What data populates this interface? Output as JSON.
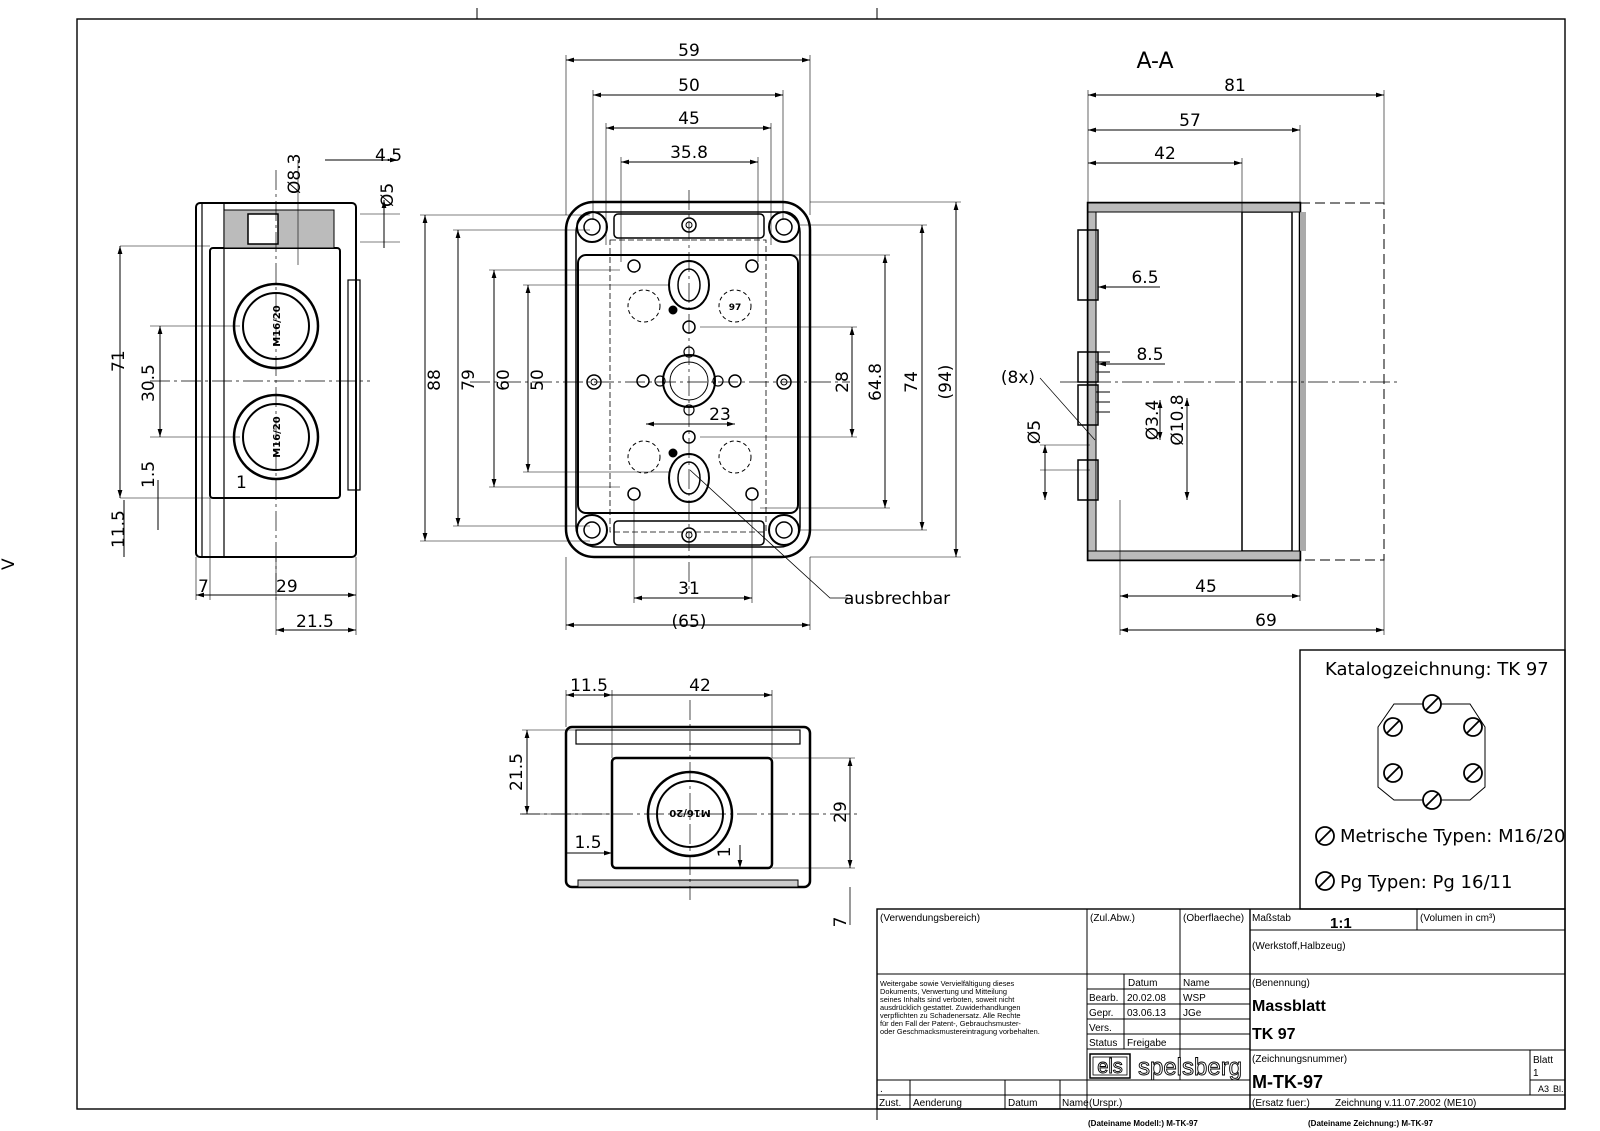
{
  "dimensions": {
    "side_left": {
      "d8_3": "Ø8.3",
      "d4_5": "4.5",
      "d5": "Ø5",
      "h71": "71",
      "h30_5": "30.5",
      "h1_5": "1.5",
      "h11_5": "11.5",
      "h1": "1",
      "w7": "7",
      "w29": "29",
      "w21_5": "21.5",
      "gland": "M16/20"
    },
    "front": {
      "w59": "59",
      "w50": "50",
      "w45": "45",
      "w35_8": "35.8",
      "h88": "88",
      "h79": "79",
      "h60": "60",
      "h50": "50",
      "h28": "28",
      "h64_8": "64.8",
      "h74": "74",
      "h94": "(94)",
      "w23": "23",
      "w31": "31",
      "w65": "(65)",
      "ausbrechbar": "ausbrechbar",
      "marking": "97"
    },
    "section": {
      "title": "A-A",
      "w81": "81",
      "w57": "57",
      "w42": "42",
      "d6_5": "6.5",
      "d8_5": "8.5",
      "n8x": "(8x)",
      "d3_4": "Ø3.4",
      "d10_8": "Ø10.8",
      "d5": "Ø5",
      "w45": "45",
      "w69": "69"
    },
    "bottom": {
      "w11_5": "11.5",
      "w42": "42",
      "h21_5": "21.5",
      "h29": "29",
      "h1_5": "1.5",
      "h1": "1",
      "h7": "7",
      "gland": "M16/20"
    }
  },
  "catalog": {
    "title": "Katalogzeichnung: TK 97",
    "metric": "Metrische Typen: M16/20",
    "pg": "Pg Typen: Pg 16/11"
  },
  "title_block": {
    "verwendungsbereich": "(Verwendungsbereich)",
    "zul_abw": "(Zul.Abw.)",
    "oberflaeche": "(Oberflaeche)",
    "massstab_label": "Maßstab",
    "massstab": "1:1",
    "volumen": "(Volumen in cm³)",
    "werkstoff": "(Werkstoff,Halbzeug)",
    "copyright": [
      "Weitergabe sowie Vervielfältigung dieses",
      "Dokuments, Verwertung und Mitteilung",
      "seines Inhalts sind verboten, soweit nicht",
      "ausdrücklich gestattet. Zuwiderhandlungen",
      "verpflichten zu Schadenersatz. Alle Rechte",
      "für den Fall der Patent-, Gebrauchsmuster-",
      "oder Geschmacksmustereintragung vorbehalten."
    ],
    "datum_h": "Datum",
    "name_h": "Name",
    "bearb": "Bearb.",
    "bearb_date": "20.02.08",
    "bearb_name": "WSP",
    "gepr": "Gepr.",
    "gepr_date": "03.06.13",
    "gepr_name": "JGe",
    "vers": "Vers.",
    "status": "Status",
    "status_val": "Freigabe",
    "benennung": "(Benennung)",
    "title1": "Massblatt",
    "title2": "TK 97",
    "zeichnungsnummer": "(Zeichnungsnummer)",
    "number": "M-TK-97",
    "blatt": "Blatt",
    "blatt_val": "1",
    "format": "A3",
    "bl": "Bl.",
    "logo_els": "els",
    "logo_brand": "spelsberg",
    "ersatz": "(Ersatz fuer:)",
    "zeichnung_v": "Zeichnung v.11.07.2002 (ME10)",
    "urspr": "(Urspr.)",
    "dot": ".",
    "zust": "Zust.",
    "aenderung": "Aenderung",
    "datum2": "Datum",
    "name2": "Name",
    "dateiname_modell": "(Dateiname Modell:) M-TK-97",
    "dateiname_zeichnung": "(Dateiname Zeichnung:) M-TK-97"
  },
  "edge_marker": "V"
}
